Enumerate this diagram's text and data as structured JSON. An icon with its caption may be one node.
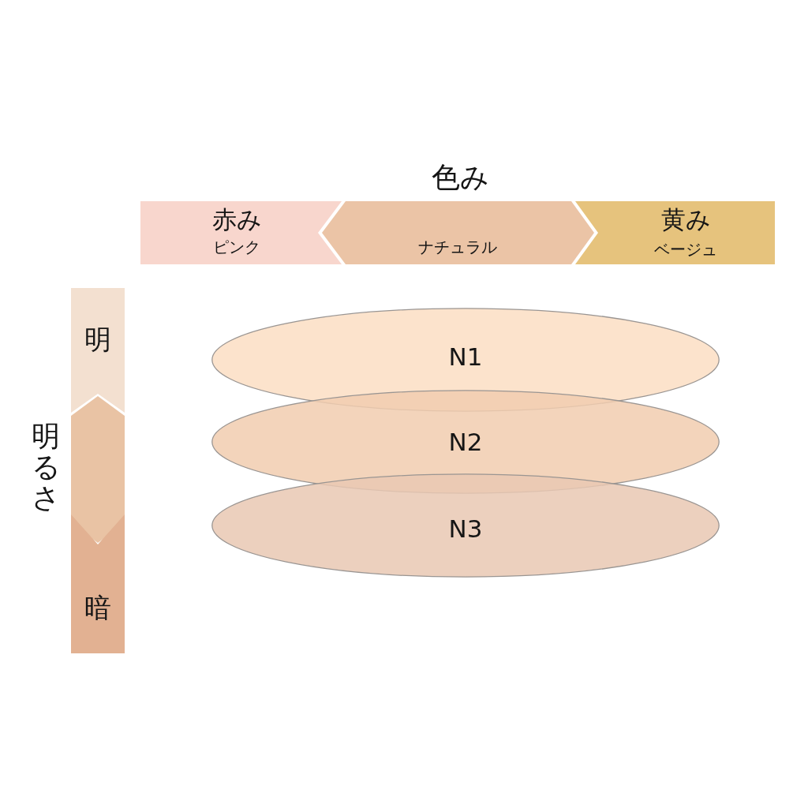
{
  "diagram": {
    "nodes": [
      {
        "text": [
          "赤み",
          "ピンク"
        ]
      },
      {
        "text": [
          "ナチュラル"
        ]
      },
      {
        "text": [
          "黄み",
          "ベージュ"
        ]
      },
      {
        "text": [
          "明"
        ]
      },
      {
        "text": [],
        "shape": "hexagon"
      },
      {
        "text": [
          "暗"
        ]
      },
      {
        "text": [
          "N1"
        ]
      },
      {
        "text": [
          "N2"
        ]
      },
      {
        "text": [
          "N3"
        ]
      }
    ],
    "labels": [
      "色み",
      "明るさ"
    ]
  }
}
